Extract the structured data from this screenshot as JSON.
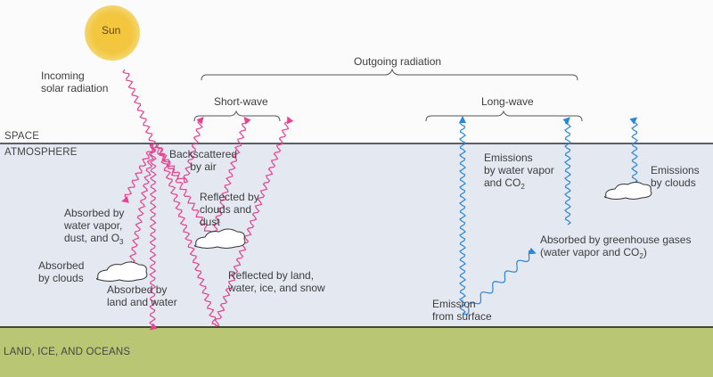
{
  "zones": {
    "space": "SPACE",
    "atmosphere": "ATMOSPHERE",
    "surface": "LAND, ICE, AND OCEANS"
  },
  "sun": {
    "label": "Sun"
  },
  "incoming": {
    "line1": "Incoming",
    "line2": "solar radiation"
  },
  "outgoing": {
    "title": "Outgoing radiation",
    "short_wave": "Short-wave",
    "long_wave": "Long-wave"
  },
  "shortwave_labels": {
    "backscattered": {
      "line1": "Backscattered",
      "line2": "by air"
    },
    "reflected_clouds": {
      "line1": "Reflected by",
      "line2": "clouds and",
      "line3": "dust"
    },
    "absorbed_vapor": {
      "line1": "Absorbed by",
      "line2": "water vapor,",
      "line3": "dust, and O",
      "sub": "3"
    },
    "absorbed_clouds": {
      "line1": "Absorbed",
      "line2": "by clouds"
    },
    "absorbed_land": {
      "line1": "Absorbed by",
      "line2": "land and water"
    },
    "reflected_land": {
      "line1": "Reflected by land,",
      "line2": "water, ice, and snow"
    }
  },
  "longwave_labels": {
    "emissions_vapor": {
      "line1": "Emissions",
      "line2": "by water vapor",
      "line3": "and CO",
      "sub": "2"
    },
    "emissions_clouds": {
      "line1": "Emissions",
      "line2": "by clouds"
    },
    "absorbed_greenhouse": {
      "line1": "Absorbed by greenhouse gases",
      "line2a": "(water vapor and CO",
      "sub": "2",
      "line2b": ")"
    },
    "emission_surface": {
      "line1": "Emission",
      "line2": "from surface"
    }
  },
  "colors": {
    "shortwave": "#e8418f",
    "longwave": "#2a86d8",
    "space": "#fbfbfb",
    "atmosphere": "#e3e8f1",
    "surface": "#b9c674"
  }
}
